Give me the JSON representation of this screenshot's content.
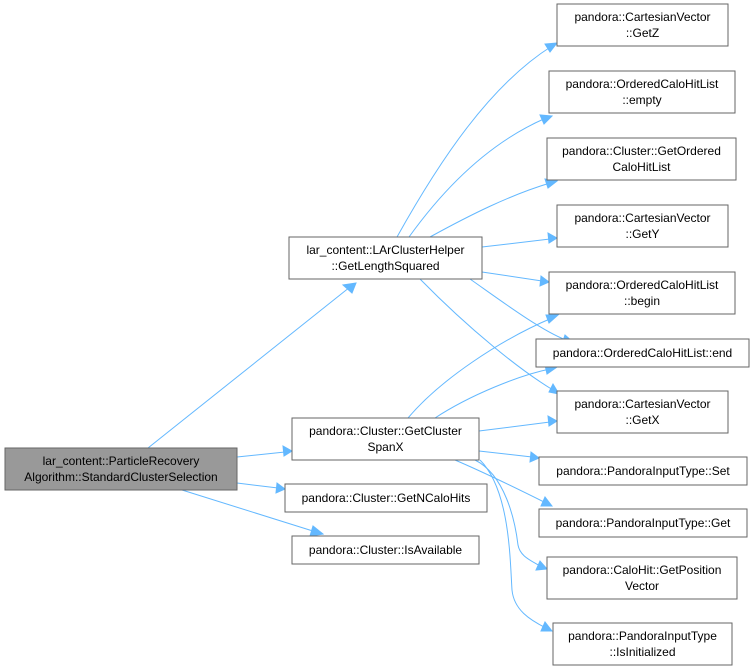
{
  "graph": {
    "colors": {
      "edge": "#63b8ff",
      "node_border": "#666666",
      "node_fill": "#ffffff",
      "root_fill": "#999999"
    },
    "nodes": {
      "root": {
        "lines": [
          "lar_content::ParticleRecovery",
          "Algorithm::StandardClusterSelection"
        ]
      },
      "lar_length_sq": {
        "lines": [
          "lar_content::LArClusterHelper",
          "::GetLengthSquared"
        ]
      },
      "cluster_span_x": {
        "lines": [
          "pandora::Cluster::GetCluster",
          "SpanX"
        ]
      },
      "cluster_n_calo_hits": {
        "lines": [
          "pandora::Cluster::GetNCaloHits"
        ]
      },
      "cluster_is_available": {
        "lines": [
          "pandora::Cluster::IsAvailable"
        ]
      },
      "cv_get_z": {
        "lines": [
          "pandora::CartesianVector",
          "::GetZ"
        ]
      },
      "ochl_empty": {
        "lines": [
          "pandora::OrderedCaloHitList",
          "::empty"
        ]
      },
      "cluster_get_ordered": {
        "lines": [
          "pandora::Cluster::GetOrdered",
          "CaloHitList"
        ]
      },
      "cv_get_y": {
        "lines": [
          "pandora::CartesianVector",
          "::GetY"
        ]
      },
      "ochl_begin": {
        "lines": [
          "pandora::OrderedCaloHitList",
          "::begin"
        ]
      },
      "ochl_end": {
        "lines": [
          "pandora::OrderedCaloHitList::end"
        ]
      },
      "cv_get_x": {
        "lines": [
          "pandora::CartesianVector",
          "::GetX"
        ]
      },
      "pit_set": {
        "lines": [
          "pandora::PandoraInputType::Set"
        ]
      },
      "pit_get": {
        "lines": [
          "pandora::PandoraInputType::Get"
        ]
      },
      "calohit_get_pos": {
        "lines": [
          "pandora::CaloHit::GetPosition",
          "Vector"
        ]
      },
      "pit_is_init": {
        "lines": [
          "pandora::PandoraInputType",
          "::IsInitialized"
        ]
      }
    }
  }
}
